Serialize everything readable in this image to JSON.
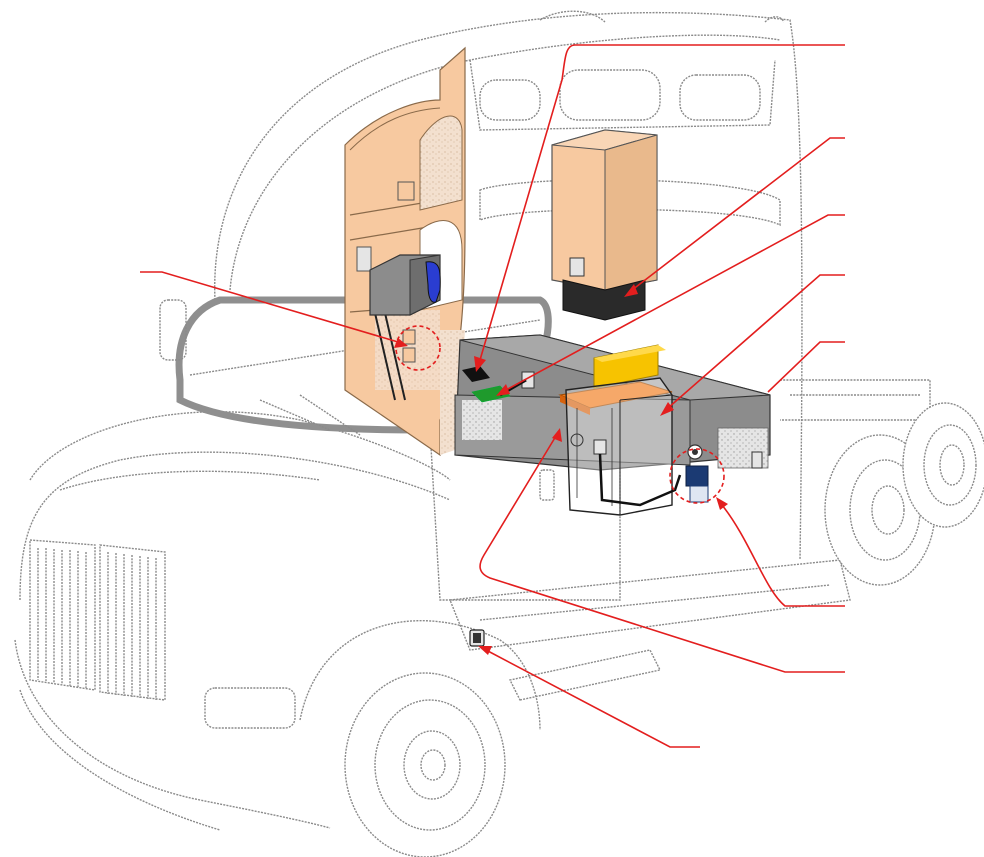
{
  "diagram": {
    "colors": {
      "accent_red": "#e31e1e",
      "wood_tan": "#f7c9a0",
      "cabinet_grey": "#8c8c8c",
      "outline_grey": "#8a8a8a",
      "screen_blue": "#2a3dd1",
      "yellow_unit": "#f7c300",
      "orange_plate": "#f27a1a",
      "green_panel": "#1f9a2c",
      "navy_panel": "#1b3a73"
    },
    "components": [
      {
        "id": "upper-cabinet",
        "icon": "cabinet-block-icon"
      },
      {
        "id": "equipment-rack",
        "icon": "rack-shelf-icon"
      },
      {
        "id": "monitor-unit",
        "icon": "monitor-icon"
      },
      {
        "id": "under-bunk-box",
        "icon": "storage-box-icon"
      },
      {
        "id": "yellow-module",
        "icon": "battery-block-icon"
      },
      {
        "id": "transparent-enclosure",
        "icon": "enclosure-icon"
      },
      {
        "id": "fender-socket",
        "icon": "socket-icon"
      }
    ],
    "callouts_count": 9
  }
}
